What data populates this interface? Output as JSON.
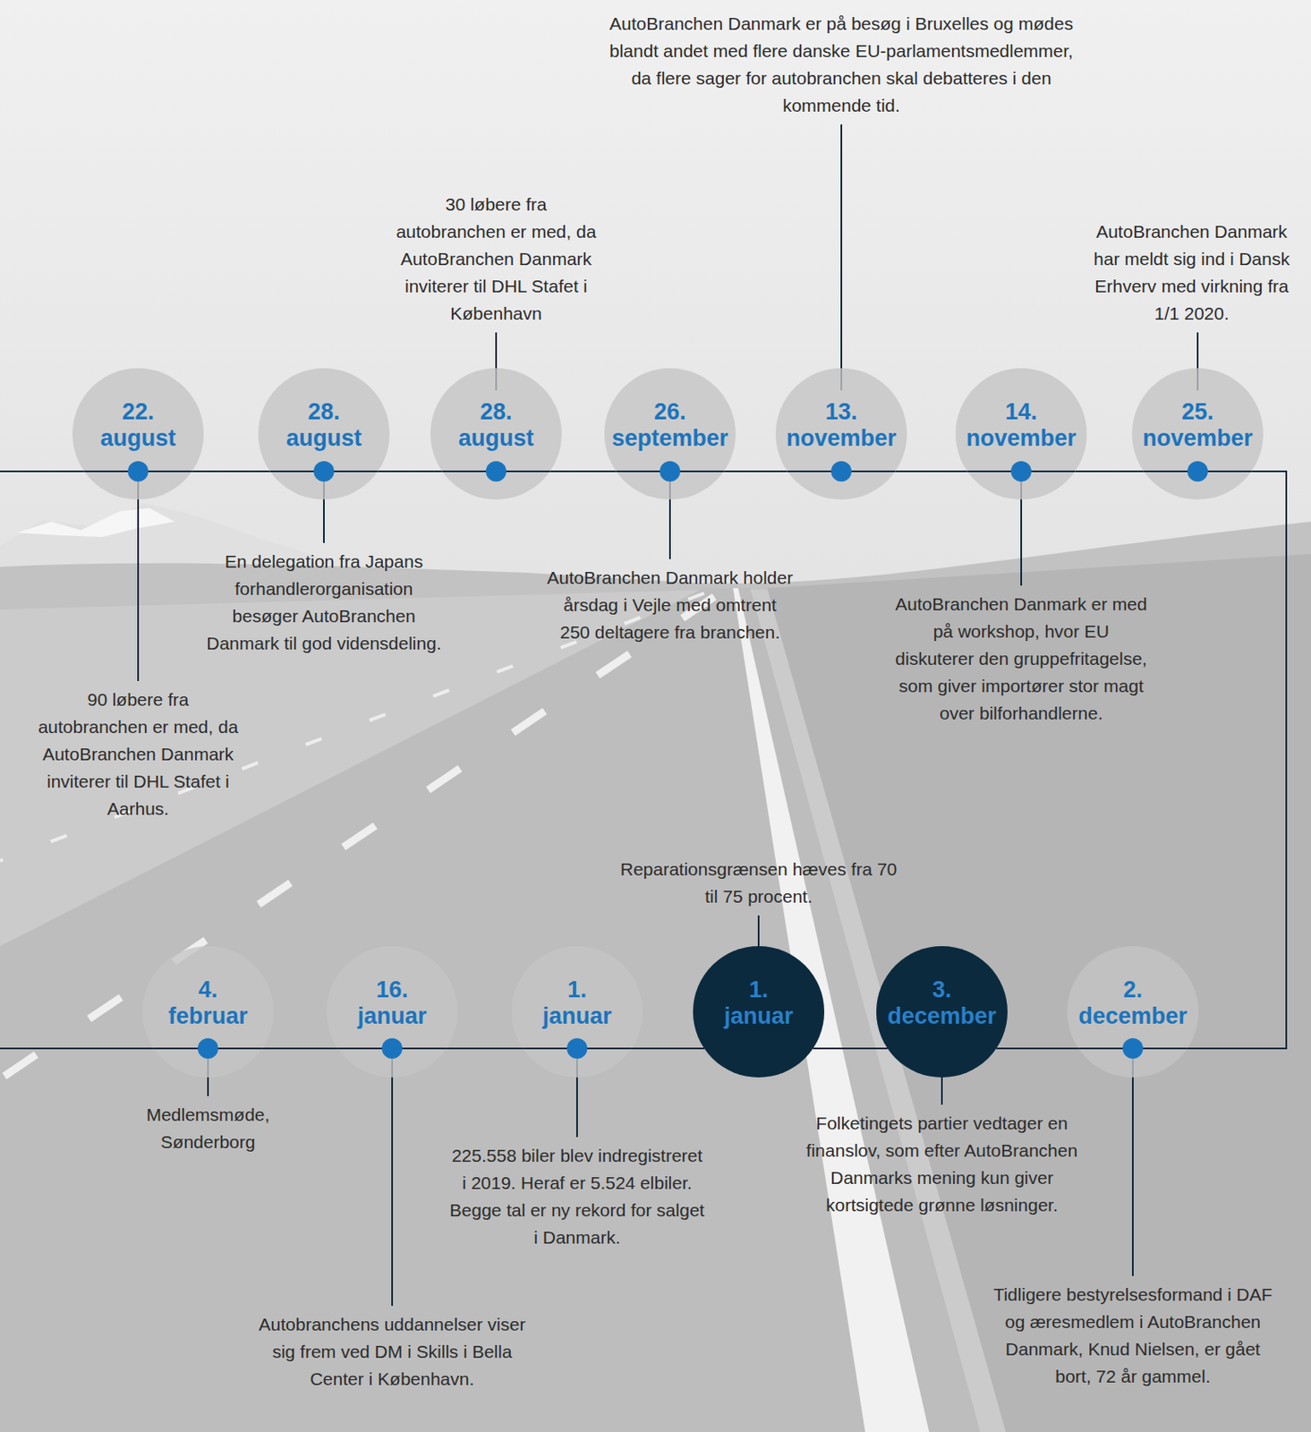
{
  "diagram": {
    "nodes": [
      {
        "text": [
          "22. august",
          "90 løbere fra autobranchen er med, da AutoBranchen Danmark inviterer til DHL Stafet i Aarhus."
        ]
      },
      {
        "text": [
          "28. august",
          "En delegation fra Japans forhandlerorganisation besøger AutoBranchen Danmark til god vidensdeling."
        ]
      },
      {
        "text": [
          "28. august",
          "30 løbere fra autobranchen er med, da AutoBranchen Danmark inviterer til DHL Stafet i København"
        ]
      },
      {
        "text": [
          "26. september",
          "AutoBranchen Danmark holder årsdag i Vejle med omtrent 250 deltagere fra branchen."
        ]
      },
      {
        "text": [
          "13. november",
          "AutoBranchen Danmark er på besøg i Bruxelles og mødes blandt andet med flere danske EU-parlamentsmedlemmer, da flere sager for autobranchen skal debatteres i den kommende tid."
        ]
      },
      {
        "text": [
          "14. november",
          "AutoBranchen Danmark er med på workshop, hvor EU diskuterer den gruppefritagelse, som giver importører stor magt over bilforhandlerne."
        ]
      },
      {
        "text": [
          "25. november",
          "AutoBranchen Danmark har meldt sig ind i Dansk Erhverv med virkning fra 1/1 2020."
        ]
      },
      {
        "text": [
          "2. december",
          "Tidligere bestyrelsesformand i DAF og æresmedlem i AutoBranchen Danmark, Knud Nielsen, er gået bort, 72 år gammel."
        ]
      },
      {
        "text": [
          "3. december",
          "Folketingets partier vedtager en finanslov, som efter AutoBranchen Danmarks mening kun giver kortsigtede grønne løsninger."
        ]
      },
      {
        "text": [
          "1. januar",
          "Reparationsgrænsen hæves fra 70 til 75 procent."
        ]
      },
      {
        "text": [
          "1. januar",
          "225.558 biler blev indregistreret i 2019. Heraf er 5.524 elbiler. Begge tal er ny rekord for salget i Danmark."
        ]
      },
      {
        "text": [
          "16. januar",
          "Autobranchens uddannelser viser sig frem ved DM i Skills i Bella Center i København."
        ]
      },
      {
        "text": [
          "4. februar",
          "Medlemsmøde, Sønderborg"
        ]
      }
    ],
    "edges": [
      {
        "from": 0,
        "to": 1,
        "arrow": "none"
      },
      {
        "from": 1,
        "to": 2,
        "arrow": "none"
      },
      {
        "from": 2,
        "to": 3,
        "arrow": "none"
      },
      {
        "from": 3,
        "to": 4,
        "arrow": "none"
      },
      {
        "from": 4,
        "to": 5,
        "arrow": "none"
      },
      {
        "from": 5,
        "to": 6,
        "arrow": "none"
      },
      {
        "from": 6,
        "to": 7,
        "arrow": "none"
      },
      {
        "from": 7,
        "to": 8,
        "arrow": "none"
      },
      {
        "from": 8,
        "to": 9,
        "arrow": "none"
      },
      {
        "from": 9,
        "to": 10,
        "arrow": "none"
      },
      {
        "from": 10,
        "to": 11,
        "arrow": "none"
      },
      {
        "from": 11,
        "to": 12,
        "arrow": "none"
      }
    ]
  }
}
